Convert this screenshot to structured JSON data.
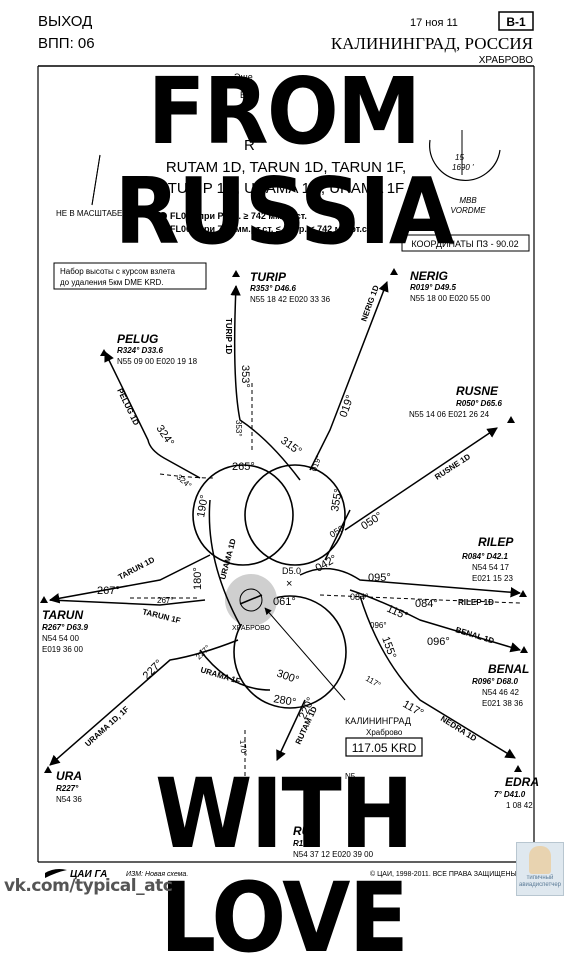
{
  "header": {
    "title_left_1": "ВЫХОД",
    "title_left_2": "ВПП: 06",
    "date": "17 ноя 11",
    "chart_id": "B-1",
    "city": "КАЛИНИНГРАД, РОССИЯ",
    "airport": "ХРАБРОВО"
  },
  "under_top": {
    "a": "Эше",
    "b": "Выс",
    "c": "N",
    "d": "R"
  },
  "procedures": {
    "line1": "RUTAM 1D, TARUN 1D, TARUN 1F,",
    "line2": "TURIP 1D, URAMA 1D, URAMA 1F"
  },
  "not_to_scale": "НЕ В МАСШТАБЕ",
  "msa": {
    "value": "1690 '",
    "value2": "15",
    "label1": "MBB",
    "label2": "VORDME"
  },
  "fl_note": {
    "line1": "FL050 при Разр. ≥ 742 мм.рт.ст.",
    "line2": "FL060 при 715 мм.рт.ст. ≤ Разр. < 742 мм.рт.ст."
  },
  "coords_box": "КООРДИНАТЫ ПЗ - 90.02",
  "climb_note": {
    "line1": "Набор высоты с курсом взлета",
    "line2": "до удаления 5км DME KRD."
  },
  "waypoints": [
    {
      "name": "TURIP",
      "radial": "R353° D46.6",
      "coord": "N55 18 42 E020 33 36"
    },
    {
      "name": "NERIG",
      "radial": "R019° D49.5",
      "coord": "N55 18 00 E020 55 00"
    },
    {
      "name": "PELUG",
      "radial": "R324° D33.6",
      "coord": "N55 09 00 E020 19 18"
    },
    {
      "name": "RUSNE",
      "radial": "R050° D65.6",
      "coord": "N55 14 06 E021 26 24"
    },
    {
      "name": "RILEP",
      "radial": "R084° D42.1",
      "coord1": "N54 54 17",
      "coord2": "E021 15 23"
    },
    {
      "name": "TARUN",
      "radial": "R267° D63.9",
      "coord1": "N54 54 00",
      "coord2": "E019 36 00"
    },
    {
      "name": "BENAL",
      "radial": "R096° D68.0",
      "coord1": "N54 46 42",
      "coord2": "E021 38 36"
    },
    {
      "name": "URA",
      "radial": "R227°",
      "coord": "N54 36"
    },
    {
      "name": "EDRA",
      "radial": "7° D41.0",
      "coord": "1 08 42"
    },
    {
      "name": "RUT",
      "radial": "R170",
      "coord": "N54 37 12 E020 39 00"
    }
  ],
  "route_labels": {
    "turip": "TURIP 1D",
    "nerig": "NERIG 1D",
    "pelug": "PELUG 1D",
    "rusne": "RUSNE 1D",
    "rilep": "RILEP 1D",
    "tarun1d": "TARUN 1D",
    "tarun1f": "TARUN 1F",
    "benal": "BENAL 1D",
    "nedra": "NEDRA 1D",
    "urama1d1f": "URAMA 1D, 1F",
    "urama1d": "URAMA 1D",
    "urama1f": "URAMA 1F",
    "rutam": "RUTAM 1D"
  },
  "courses": {
    "c353": "353°",
    "c353b": "353°",
    "c315": "315°",
    "c019": "019°",
    "c019b": "019°",
    "c324": "324°",
    "c324b": "324°",
    "c265": "265°",
    "c190": "190°",
    "c180": "180°",
    "c355": "355°",
    "c050": "050°",
    "c050b": "050°",
    "c042": "042°",
    "c095": "095°",
    "c084": "084°",
    "c084b": "084°",
    "c115": "115°",
    "c096": "096°",
    "c096b": "096°",
    "c267": "267°",
    "c267b": "267°",
    "c061": "061°",
    "c227": "227°",
    "c227b": "227°",
    "c300": "300°",
    "c280": "280°",
    "c220": "220°",
    "c155": "155°",
    "c117": "117°",
    "c117b": "117°",
    "c170": "170°"
  },
  "d50": "D5.0",
  "khrabrovo_label": "ХРАБРОВО",
  "navaid": {
    "name": "КАЛИНИНГРАД",
    "sub": "Храброво",
    "freq": "117.05 KRD",
    "n5": "N5"
  },
  "footer": {
    "logo": "ЦАИ ГА",
    "change": "ИЗМ: Новая схема.",
    "copyright": "© ЦАИ, 1998-2011. ВСЕ ПРАВА ЗАЩИЩЕНЫ"
  },
  "meme": {
    "top": "FROM RUSSIA",
    "bottom": "WITH LOVE"
  },
  "watermark": "vk.com/typical_atc",
  "stamp": {
    "line1": "типичный",
    "line2": "авиадиспетчер"
  }
}
